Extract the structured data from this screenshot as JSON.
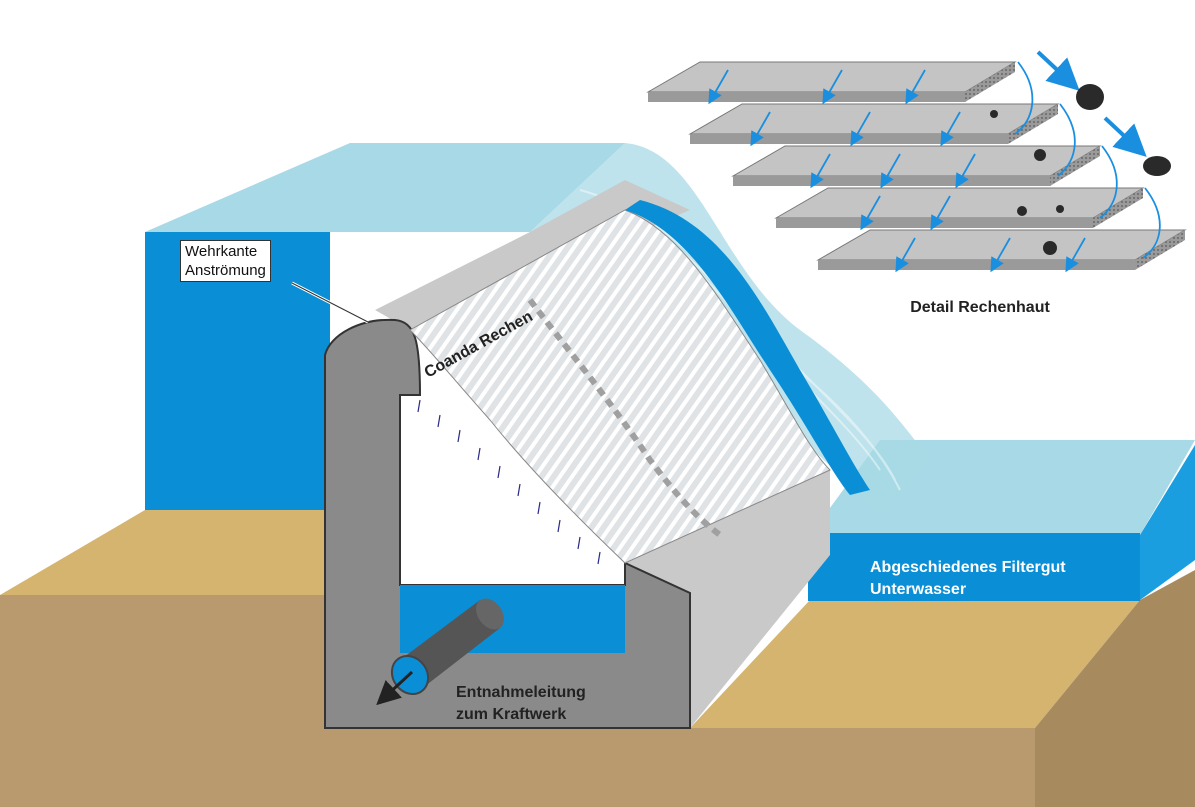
{
  "labels": {
    "weir_edge_line1": "Wehrkante",
    "weir_edge_line2": "Anströmung",
    "screen": "Coanda Rechen",
    "detail": "Detail Rechenhaut",
    "filtered_material": "Abgeschiedenes Filtergut",
    "tailwater": "Unterwasser",
    "intake_line1": "Entnahmeleitung",
    "intake_line2": "zum Kraftwerk"
  },
  "colors": {
    "water_dark": "#0a8fd6",
    "water_light": "#a8d9e6",
    "water_mid": "#1b9ee0",
    "soil_top": "#d4b46e",
    "soil_side": "#b89a6e",
    "concrete_front": "#8a8a8a",
    "concrete_light": "#c9c9c9",
    "bar_grey": "#c4c4c4",
    "arrow_blue": "#1a8fe0",
    "stone": "#2a2a2a"
  }
}
